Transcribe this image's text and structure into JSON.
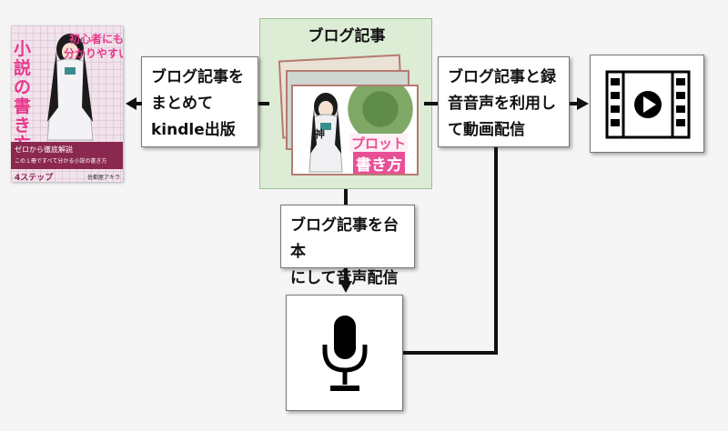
{
  "center": {
    "title": "ブログ記事",
    "thumb_title": "プロット",
    "thumb_sub": "書き方",
    "thumb_mark": "神"
  },
  "left_label": {
    "line1": "ブログ記事を",
    "line2": "まとめて",
    "line3": "kindle出版"
  },
  "right_label": {
    "line1": "ブログ記事と録",
    "line2": "音音声を利用し",
    "line3": "て動画配信"
  },
  "bottom_label": {
    "line1": "ブログ記事を台本",
    "line2": "にして音声配信"
  },
  "book": {
    "title1": "初心者にも",
    "title2": "分かりやすい",
    "title3": "小説の書き方",
    "band1": "ゼロから徹底解説",
    "band2": "この１冊ですべて分かる小説の書き方",
    "steps": "4ステップ",
    "author": "佐都屋アキラ"
  },
  "icons": {
    "video": "video-play-icon",
    "mic": "microphone-icon"
  },
  "colors": {
    "center_bg": "#dcecd5",
    "book_bg": "#f1e3ec",
    "book_band": "#8b2850",
    "title_pink": "#e8378a"
  }
}
